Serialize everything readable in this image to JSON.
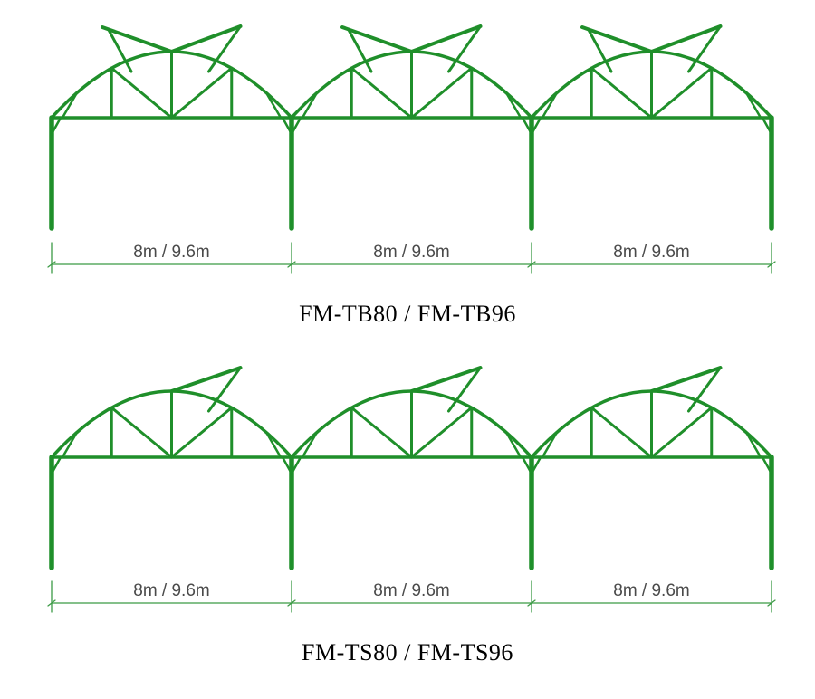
{
  "colors": {
    "frame": "#1f8f2a",
    "dimension": "#3b9a45",
    "text": "#000000"
  },
  "diagrams": [
    {
      "title": "FM-TB80 / FM-TB96",
      "variant": "butterfly-vent",
      "spans": [
        "8m / 9.6m",
        "8m / 9.6m",
        "8m / 9.6m"
      ]
    },
    {
      "title": "FM-TS80 / FM-TS96",
      "variant": "single-vent",
      "spans": [
        "8m / 9.6m",
        "8m / 9.6m",
        "8m / 9.6m"
      ]
    }
  ]
}
